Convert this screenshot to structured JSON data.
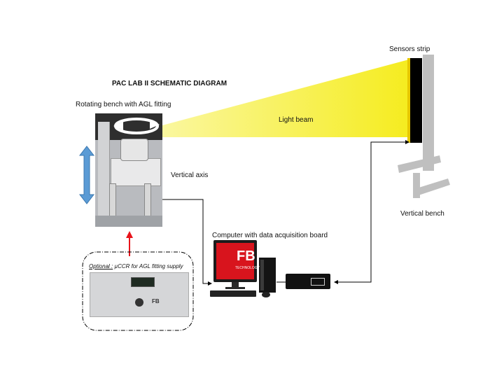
{
  "title": "PAC LAB II  SCHEMATIC DIAGRAM",
  "labels": {
    "sensors_strip": "Sensors strip",
    "rotating_bench": "Rotating bench with AGL fitting",
    "light_beam": "Light beam",
    "vertical_axis": "Vertical axis",
    "vertical_bench": "Vertical bench",
    "computer": "Computer with data acquisition board",
    "optional_prefix": "Optional :",
    "optional_rest": " µCCR for AGL fitting supply"
  },
  "monitor_logo": {
    "main": "FB",
    "sub": "TECHNOLOGY"
  },
  "supply_panel": {
    "logo": "FB"
  },
  "colors": {
    "beam": "#f7f13a",
    "vertical_arrow": "#5b9bd5",
    "supply_arrow": "#e8141b",
    "bench_grey": "#bfbfbf",
    "monitor_red": "#d8141d"
  }
}
